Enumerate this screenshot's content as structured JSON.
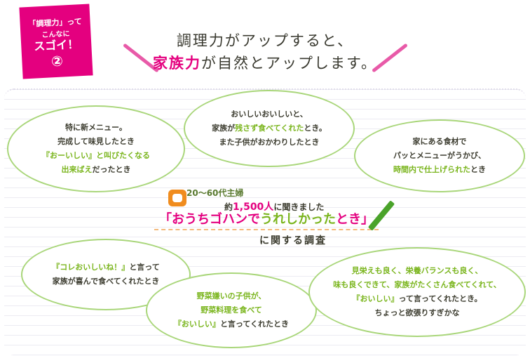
{
  "badge": {
    "line1": "「調理力」って",
    "line2": "こんなに",
    "line3": "スゴイ！",
    "number": "②"
  },
  "headline": {
    "line1": "調理力がアップすると、",
    "line2_highlight": "家族力",
    "line2_rest": "が自然とアップします。"
  },
  "survey": {
    "respondents": "20〜60代主婦",
    "prefix": "約",
    "count": "1,500人",
    "suffix": "に聞きました",
    "title": [
      {
        "t": "「おうちゴハンで",
        "c": "pink"
      },
      {
        "t": "うれしかった",
        "c": "g"
      },
      {
        "t": "とき」",
        "c": "pink"
      }
    ],
    "subtitle": "に関する調査"
  },
  "colors": {
    "pink": "#e4007f",
    "green": "#7ab51d",
    "bubble_border": "#a9d67a"
  },
  "bubbles": [
    [
      [
        {
          "t": "特に新メニュー。",
          "c": "d"
        }
      ],
      [
        {
          "t": "完成して味見したとき",
          "c": "d"
        }
      ],
      [
        {
          "t": "『おーいしい』と叫びたくなる",
          "c": "g"
        }
      ],
      [
        {
          "t": "出来ばえ",
          "c": "g"
        },
        {
          "t": "だったとき",
          "c": "d"
        }
      ]
    ],
    [
      [
        {
          "t": "おいしいおいしいと、",
          "c": "d"
        }
      ],
      [
        {
          "t": "家族が",
          "c": "d"
        },
        {
          "t": "残さず食べてくれた",
          "c": "g"
        },
        {
          "t": "とき。",
          "c": "d"
        }
      ],
      [
        {
          "t": "また子供がおかわりしたとき",
          "c": "d"
        }
      ]
    ],
    [
      [
        {
          "t": "家にある食材で",
          "c": "d"
        }
      ],
      [
        {
          "t": "パッとメニューがうかび、",
          "c": "d"
        }
      ],
      [
        {
          "t": "時間内で仕上げられた",
          "c": "g"
        },
        {
          "t": "とき",
          "c": "d"
        }
      ]
    ],
    [
      [
        {
          "t": "『コレおいしいね！』",
          "c": "g"
        },
        {
          "t": "と言って",
          "c": "d"
        }
      ],
      [
        {
          "t": "家族が喜んで食べてくれたとき",
          "c": "d"
        }
      ]
    ],
    [
      [
        {
          "t": "野菜嫌いの子供が、",
          "c": "g"
        }
      ],
      [
        {
          "t": "野菜料理を食べて",
          "c": "g"
        }
      ],
      [
        {
          "t": "『おいしい』",
          "c": "g"
        },
        {
          "t": "と言ってくれたとき",
          "c": "d"
        }
      ]
    ],
    [
      [
        {
          "t": "見栄えも良く、栄養バランスも良く、",
          "c": "g"
        }
      ],
      [
        {
          "t": "味も良くできて、家族がたくさん食べてくれて、",
          "c": "g"
        }
      ],
      [
        {
          "t": "『おいしい』",
          "c": "g"
        },
        {
          "t": "って言ってくれたとき。",
          "c": "d"
        }
      ],
      [
        {
          "t": "ちょっと欲張りすぎかな",
          "c": "d"
        }
      ]
    ]
  ]
}
